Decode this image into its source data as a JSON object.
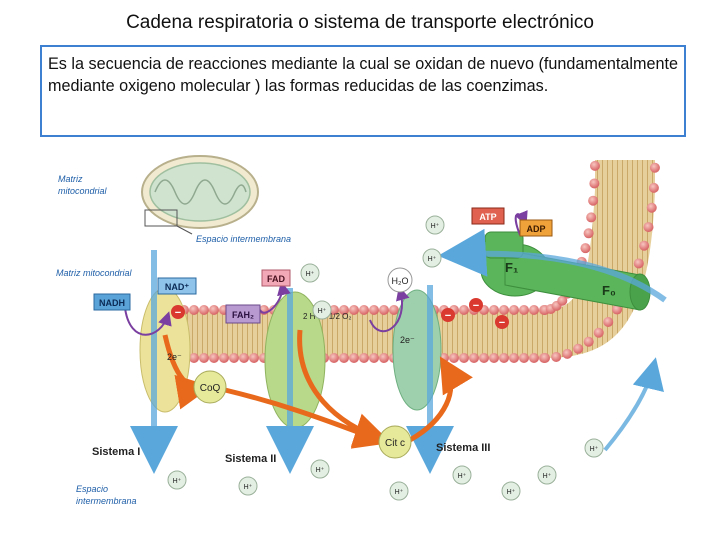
{
  "title": "Cadena respiratoria o sistema de transporte electrónico",
  "definition": "Es la secuencia de reacciones mediante la cual se oxidan de nuevo (fundamentalmente mediante oxigeno molecular ) las formas reducidas de las coenzimas.",
  "diagram": {
    "matriz_top": [
      "Matriz",
      "mitocondrial"
    ],
    "espacio_inset": "Espacio intermembrana",
    "matriz_side": "Matriz mitocondrial",
    "espacio_bottom": [
      "Espacio",
      "intermembrana"
    ],
    "nadh": "NADH",
    "nad": "NAD⁺",
    "fad": "FAD",
    "fadh": "FAH₂",
    "atp": "ATP",
    "adp": "ADP",
    "h2o": "H₂O",
    "coq": "CoQ",
    "citc": "Cit c",
    "two_e_left": "2e⁻",
    "two_e_right": "2e⁻",
    "reaction": "2 H⁺ + 1/2 O₂",
    "f1": "F₁",
    "f0": "F₀",
    "sistema1": "Sistema I",
    "sistema2": "Sistema II",
    "sistema3": "Sistema III",
    "hplus": "H⁺",
    "minus": "−",
    "colors": {
      "membrane_head": "#e98a8a",
      "membrane_tail": "#e6cf9a",
      "system1": "#ece29a",
      "system2": "#b9d98a",
      "system3": "#9fd0ad",
      "arrow_blue": "#5aa7dc",
      "arrow_orange": "#e8691c",
      "atp_synthase": "#5bb55a",
      "frame_blue": "#3d7fd0"
    }
  }
}
